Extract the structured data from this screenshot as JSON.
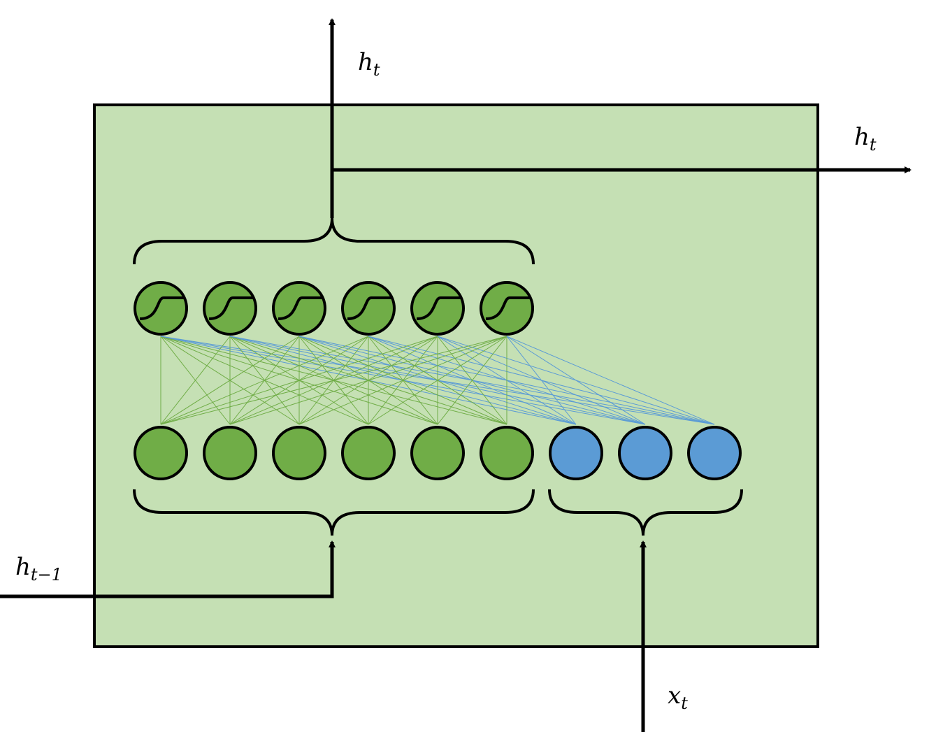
{
  "diagram": {
    "labels": {
      "h_top": {
        "base": "h",
        "sub": "t"
      },
      "h_right": {
        "base": "h",
        "sub": "t"
      },
      "h_prev": {
        "base": "h",
        "sub": "t−1"
      },
      "x_input": {
        "base": "x",
        "sub": "t"
      }
    },
    "hidden_units": 6,
    "input_units": 3,
    "output_units": 6,
    "colors": {
      "cell_fill": "#c5e0b4",
      "hidden_node": "#70ad47",
      "input_node": "#5b9bd5",
      "hidden_edge": "#70ad47",
      "input_edge": "#5b9bd5",
      "stroke": "#000000"
    },
    "icons": {
      "output_node": "sigmoid-icon"
    }
  }
}
